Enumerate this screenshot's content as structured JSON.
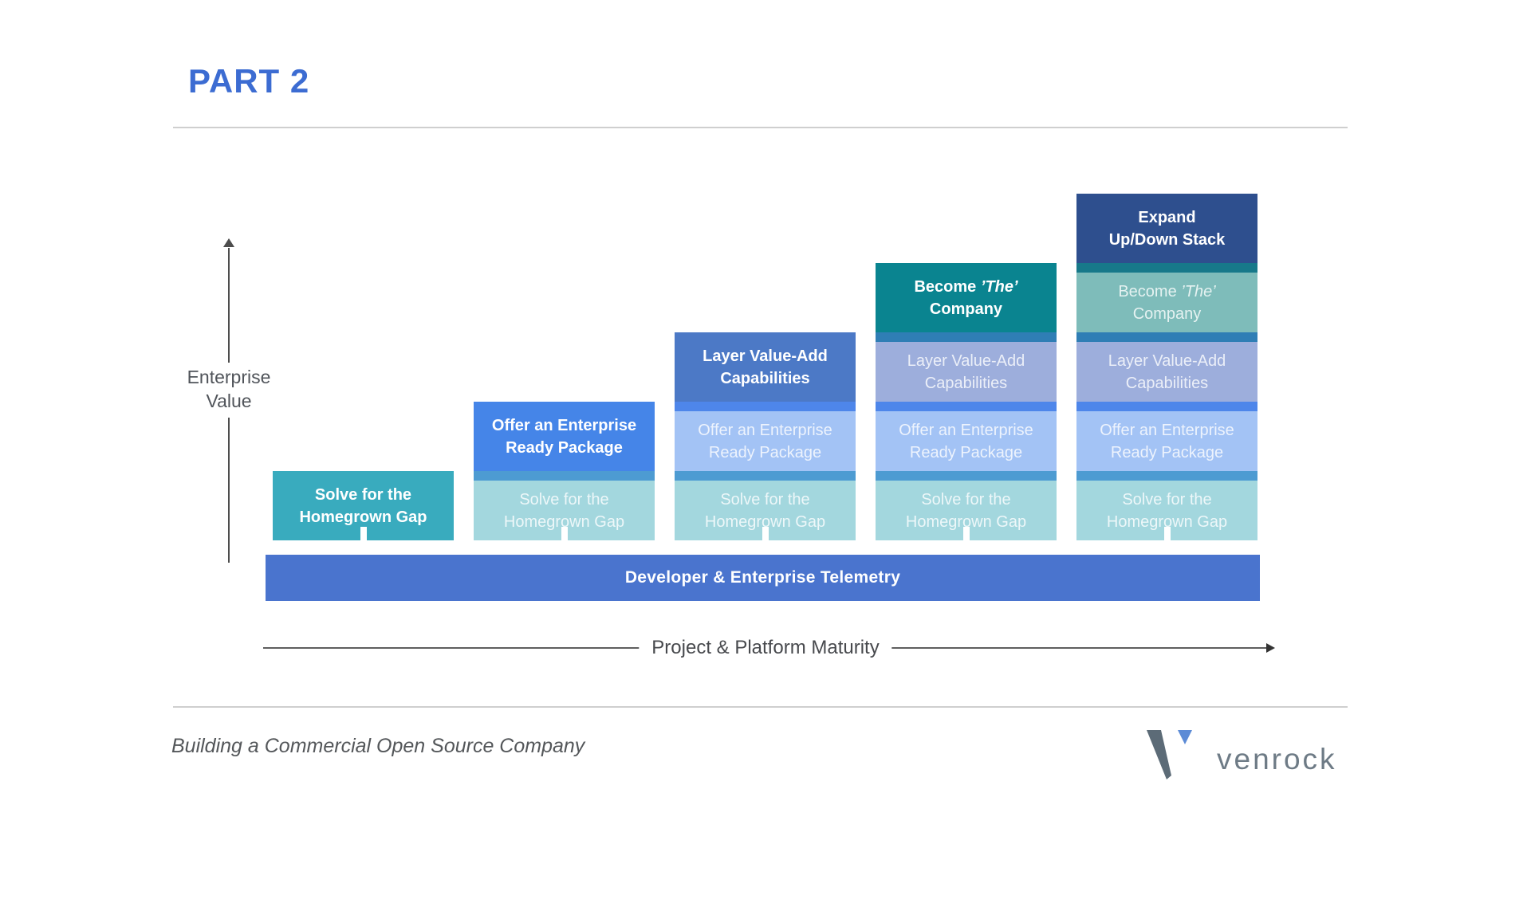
{
  "page": {
    "title": "PART 2"
  },
  "theme": {
    "title_color": "#3C6CD2",
    "divider_color": "#CFCFCF",
    "bar_color": "#4A74CE",
    "axis_text_color": "#50545A",
    "logo_gray": "#5C6B77",
    "logo_blue": "#5C8BD6"
  },
  "chart": {
    "type": "stacked-stair-diagram",
    "y_axis": {
      "line1": "Enterprise",
      "line2": "Value"
    },
    "x_axis_label": "Project & Platform Maturity",
    "bar_label": "Developer & Enterprise Telemetry",
    "levels": [
      {
        "id": "solve",
        "color": "#39ABBE",
        "faded_color": "#A3D7DE",
        "strip_color": "#4D9BD2",
        "lines": [
          [
            {
              "text": "Solve for the"
            }
          ],
          [
            {
              "text": "Homegrown Gap"
            }
          ]
        ]
      },
      {
        "id": "offer",
        "color": "#4585E8",
        "faded_color": "#A3C3F5",
        "strip_color": "#4E86EA",
        "lines": [
          [
            {
              "text": "Offer an Enterprise"
            }
          ],
          [
            {
              "text": "Ready Package"
            }
          ]
        ]
      },
      {
        "id": "layer",
        "color": "#4C79C6",
        "faded_color": "#9DAEDC",
        "strip_color": "#2F7EB5",
        "lines": [
          [
            {
              "text": "Layer Value-Add"
            }
          ],
          [
            {
              "text": "Capabilities"
            }
          ]
        ]
      },
      {
        "id": "become",
        "color": "#0A8490",
        "faded_color": "#7EBCBA",
        "strip_color": "#17798A",
        "lines": [
          [
            {
              "text": "Become "
            },
            {
              "text": "’The’",
              "italic": true
            }
          ],
          [
            {
              "text": "Company"
            }
          ]
        ]
      },
      {
        "id": "expand",
        "color": "#2E4F8E",
        "faded_color": null,
        "strip_color": null,
        "lines": [
          [
            {
              "text": "Expand"
            }
          ],
          [
            {
              "text": "Up/Down Stack"
            }
          ]
        ]
      }
    ],
    "columns": [
      {
        "top_level": "solve"
      },
      {
        "top_level": "offer"
      },
      {
        "top_level": "layer"
      },
      {
        "top_level": "become"
      },
      {
        "top_level": "expand"
      }
    ]
  },
  "footer": {
    "caption": "Building a Commercial Open Source Company",
    "logo_text": "venrock"
  }
}
